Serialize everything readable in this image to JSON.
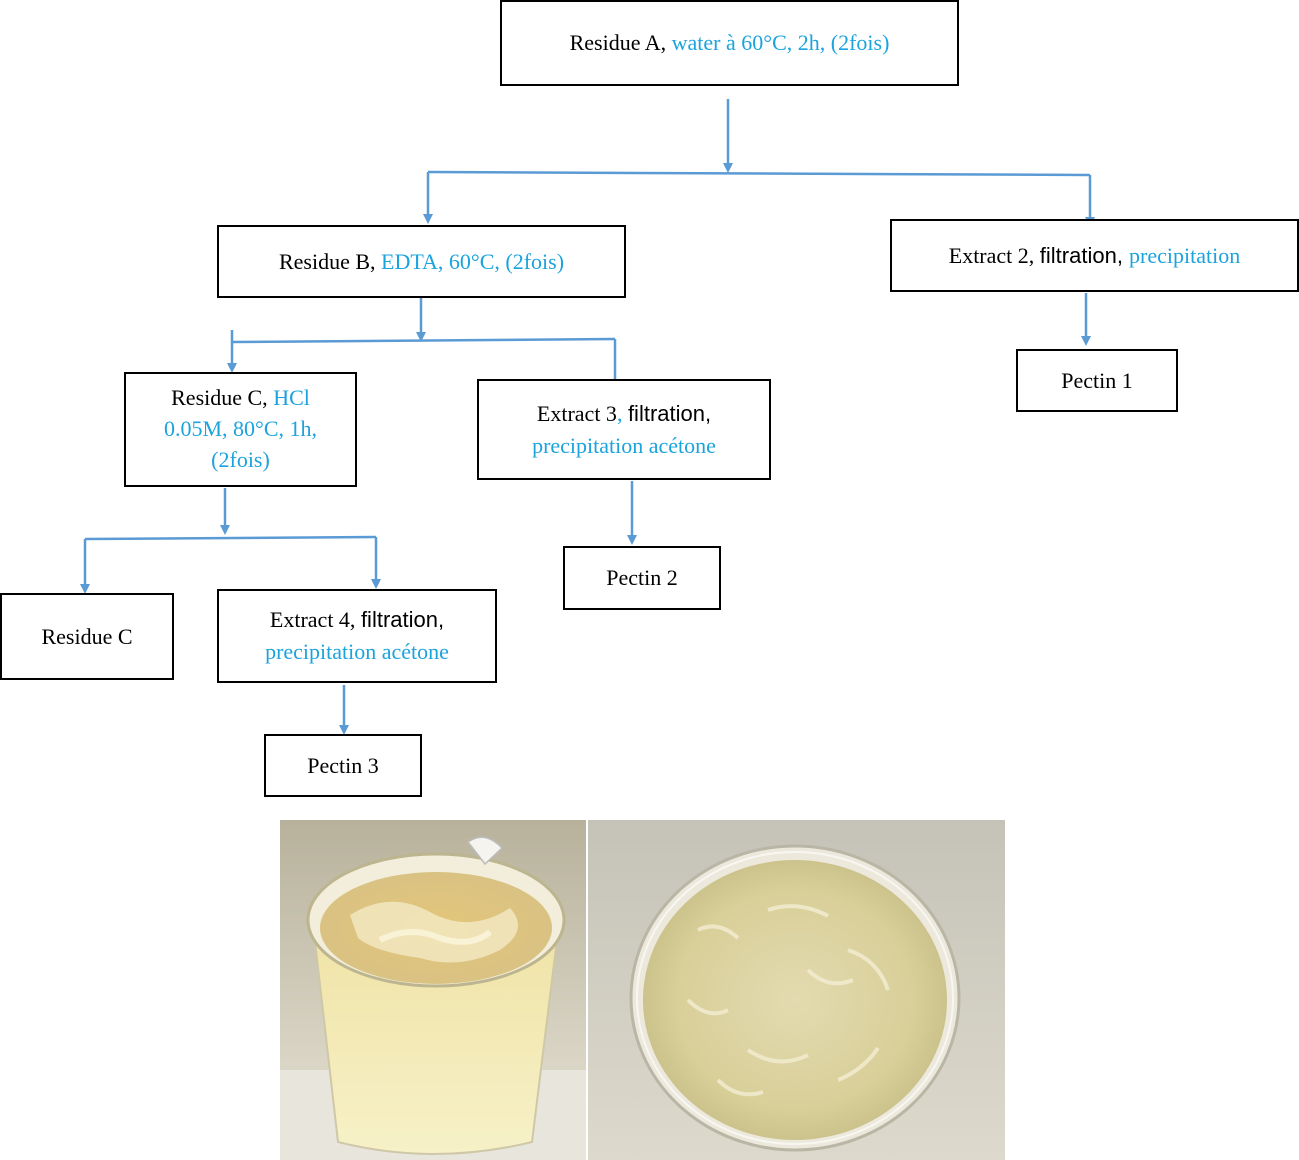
{
  "colors": {
    "arrow": "#5b9bd5",
    "condition_text": "#1ba3dd",
    "box_border": "#000000"
  },
  "boxes": {
    "residue_a": {
      "label": "Residue A, ",
      "condition": "water à 60°C, 2h, (2fois)"
    },
    "residue_b": {
      "label": "Residue B, ",
      "condition": "EDTA, 60°C, (2fois)"
    },
    "extract_2": {
      "label": "Extract 2, ",
      "step": "filtration, ",
      "condition": "precipitation"
    },
    "pectin_1": {
      "label": "Pectin 1"
    },
    "residue_c": {
      "label": "Residue C, ",
      "condition_1": "HCl",
      "condition_2": "0.05M, 80°C, 1h,",
      "condition_3": "(2fois)"
    },
    "extract_3": {
      "label": "Extract 3",
      "sep": ", ",
      "step": "filtration,",
      "condition": "precipitation acétone"
    },
    "pectin_2": {
      "label": "Pectin 2"
    },
    "residue_c_final": {
      "label": "Residue C"
    },
    "extract_4": {
      "label": "Extract 4, ",
      "step": "filtration,",
      "condition": "precipitation acétone"
    },
    "pectin_3": {
      "label": "Pectin 3"
    }
  }
}
